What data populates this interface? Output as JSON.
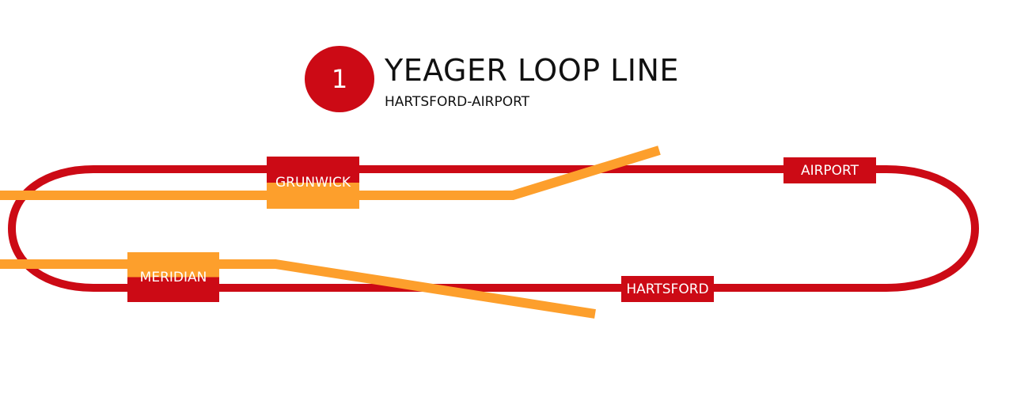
{
  "route": {
    "number": "1",
    "name": "YEAGER LOOP LINE",
    "terminals": "HARTSFORD-AIRPORT"
  },
  "colors": {
    "loop_line": "#cc0a15",
    "connecting_line": "#fd9f2c"
  },
  "stations": {
    "grunwick": "GRUNWICK",
    "airport": "AIRPORT",
    "meridian": "MERIDIAN",
    "hartsford": "HARTSFORD"
  }
}
